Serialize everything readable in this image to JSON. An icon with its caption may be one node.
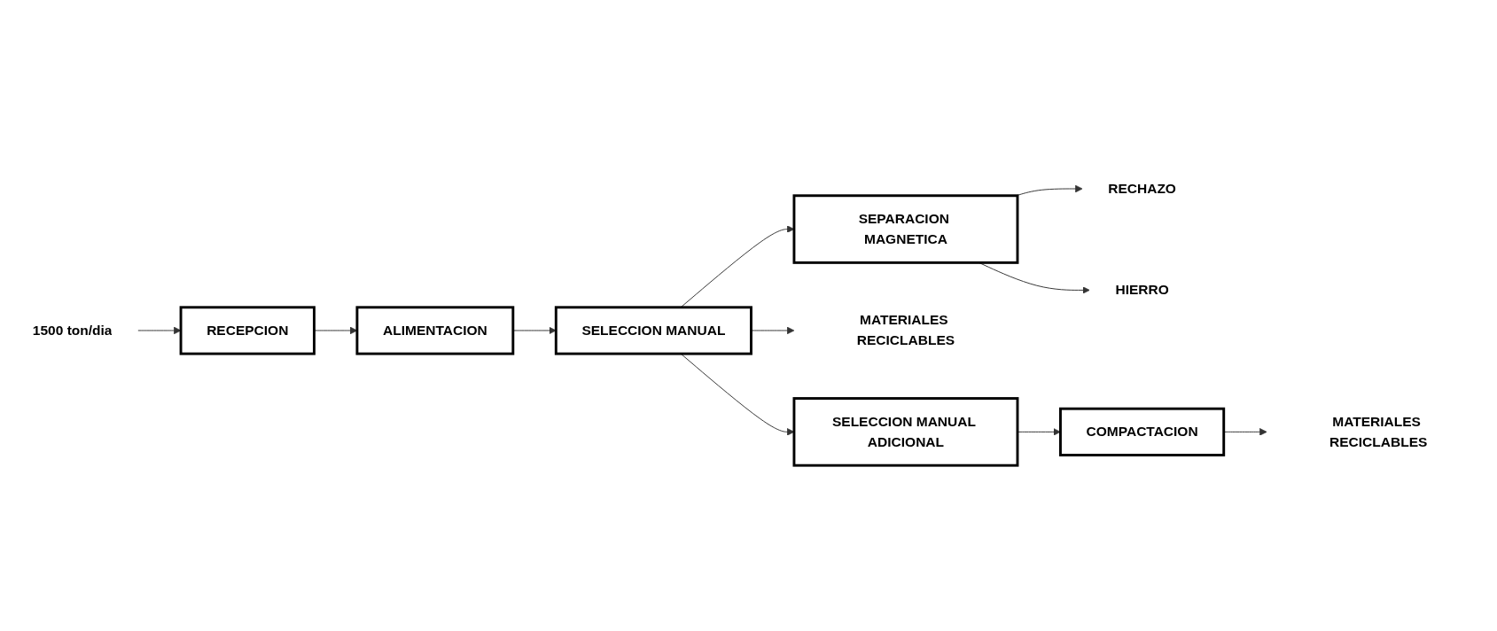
{
  "diagram": {
    "nodes": [
      {
        "text": [
          "1500 ton/dia"
        ]
      },
      {
        "text": [
          "RECEPCION"
        ]
      },
      {
        "text": [
          "ALIMENTACION"
        ]
      },
      {
        "text": [
          "SELECCION MANUAL"
        ]
      },
      {
        "text": [
          "SEPARACION MAGNETICA"
        ]
      },
      {
        "text": [
          "RECHAZO"
        ]
      },
      {
        "text": [
          "MATERIALES RECICLABLES"
        ]
      },
      {
        "text": [
          "SELECCION MANUAL ADICIONAL"
        ]
      },
      {
        "text": [
          "HIERRO"
        ]
      },
      {
        "text": [
          "COMPACTACION"
        ]
      },
      {
        "text": [
          "MATERIALES RECICLABLES"
        ]
      }
    ],
    "edges": [
      {
        "from": 0,
        "to": 1,
        "arrow": "to"
      },
      {
        "from": 1,
        "to": 2,
        "arrow": "to"
      },
      {
        "from": 2,
        "to": 3,
        "arrow": "to"
      },
      {
        "from": 3,
        "to": 4,
        "arrow": "to"
      },
      {
        "from": 4,
        "to": 5,
        "arrow": "to"
      },
      {
        "from": 3,
        "to": 6,
        "arrow": "to"
      },
      {
        "from": 3,
        "to": 7,
        "arrow": "to"
      },
      {
        "from": 4,
        "to": 8,
        "arrow": "to"
      },
      {
        "from": 7,
        "to": 9,
        "arrow": "to"
      },
      {
        "from": 9,
        "to": 10,
        "arrow": "to"
      }
    ]
  }
}
